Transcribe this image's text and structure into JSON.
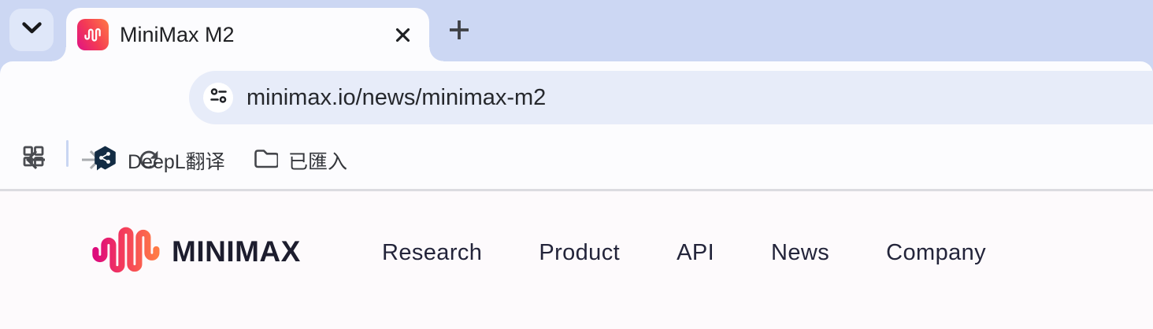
{
  "window": {
    "tab": {
      "title": "MiniMax M2"
    },
    "address": {
      "url": "minimax.io/news/minimax-m2"
    },
    "bookmarks_bar": {
      "items": [
        {
          "label": "DeepL翻译",
          "icon": "deepl-icon"
        },
        {
          "label": "已匯入",
          "icon": "folder-icon"
        }
      ]
    }
  },
  "page": {
    "brand": {
      "wordmark": "MINIMAX",
      "logo_icon": "waveform-logo-icon"
    },
    "nav": {
      "items": [
        {
          "label": "Research"
        },
        {
          "label": "Product"
        },
        {
          "label": "API"
        },
        {
          "label": "News"
        },
        {
          "label": "Company"
        }
      ]
    }
  },
  "icons": {
    "tab_search": "chevron-down-icon",
    "tab_favicon": "waveform-favicon-icon",
    "tab_close": "close-icon",
    "new_tab": "plus-icon",
    "back": "back-arrow-icon",
    "forward": "forward-arrow-icon",
    "reload": "reload-icon",
    "site_info": "tune-icon",
    "apps": "apps-grid-icon"
  },
  "colors": {
    "tab_strip_bg": "#ccd7f3",
    "toolbar_bg": "#fcfcfe",
    "omnibox_bg": "#e7ecf9",
    "page_bg": "#fdfafc",
    "divider": "#dbdbe0",
    "text_dark": "#202124",
    "nav_text": "#23243a",
    "logo_gradient": [
      "#dd0b7c",
      "#f43b5c",
      "#ff7a45"
    ],
    "favicon_gradient": [
      "#e3197e",
      "#ff7a45"
    ],
    "deepl_navy": "#132c44"
  }
}
